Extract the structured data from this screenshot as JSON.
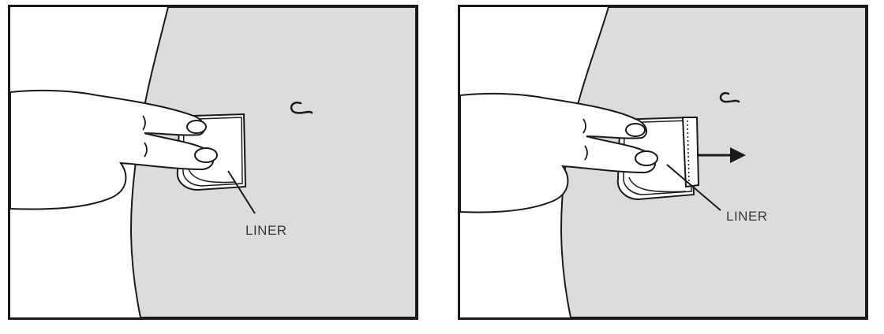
{
  "colors": {
    "skin": "#dcdcdc",
    "line": "#1a1a1a",
    "paper": "#ffffff"
  },
  "panels": [
    {
      "name": "step-press-liner",
      "callout": "LINER"
    },
    {
      "name": "step-peel-liner",
      "callout": "LINER"
    }
  ]
}
